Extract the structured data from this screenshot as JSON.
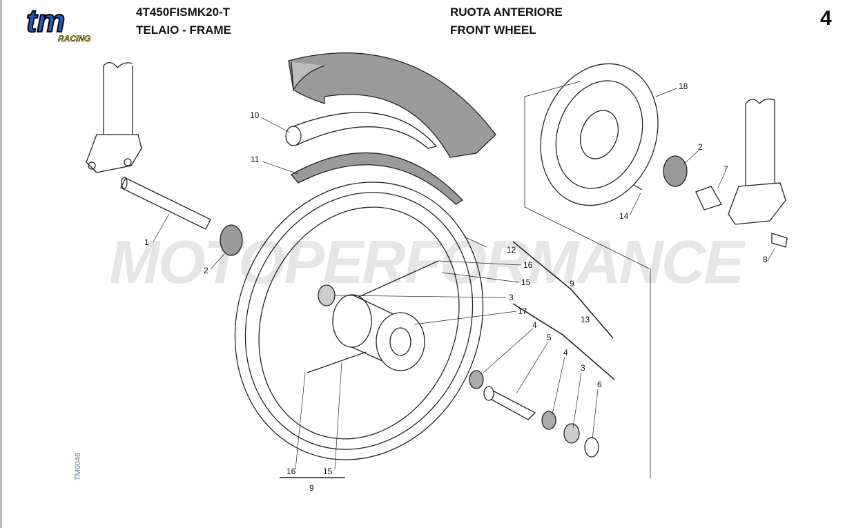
{
  "header": {
    "logo_text": "tm",
    "logo_sub": "RACING",
    "model_code": "4T450FISMK20-T",
    "group_it_en": "TELAIO - FRAME",
    "title_it": "RUOTA ANTERIORE",
    "title_en": "FRONT WHEEL",
    "page_number": "4"
  },
  "drawing_code": "TM0046",
  "watermark": "MOTOPERFORMANCE",
  "colors": {
    "logo_blue": "#1a5fc8",
    "logo_yellow": "#f2d22a",
    "tyre_gray": "#9a9a9a"
  },
  "callouts": [
    "10",
    "11",
    "1",
    "2",
    "12",
    "16",
    "15",
    "9",
    "3",
    "17",
    "13",
    "4",
    "5",
    "4",
    "3",
    "6",
    "16",
    "15",
    "9",
    "18",
    "2",
    "7",
    "14",
    "8"
  ]
}
